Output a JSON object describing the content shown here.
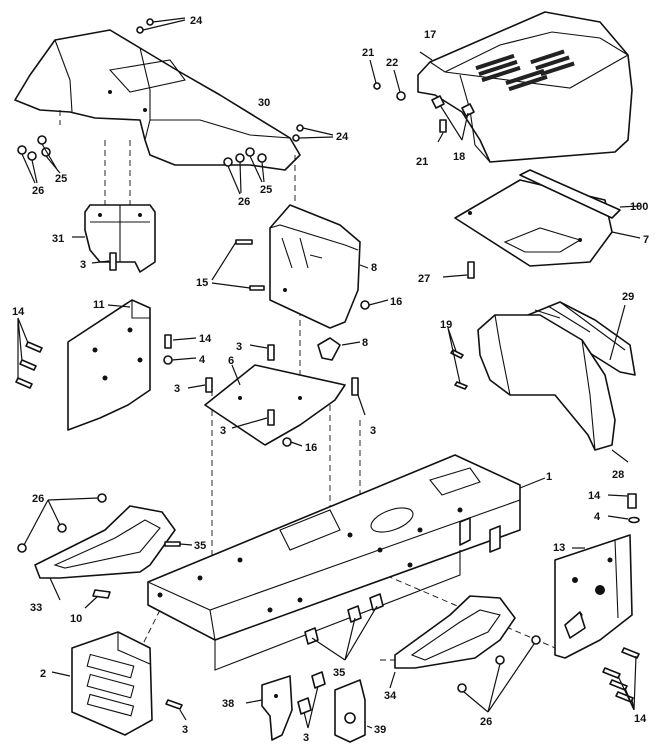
{
  "diagram": {
    "callouts": {
      "c1": "1",
      "c2": "2",
      "c3a": "3",
      "c3b": "3",
      "c3c": "3",
      "c3d": "3",
      "c3e": "3",
      "c3f": "3",
      "c3g": "3",
      "c4a": "4",
      "c4b": "4",
      "c6": "6",
      "c7": "7",
      "c8a": "8",
      "c8b": "8",
      "c10": "10",
      "c11": "11",
      "c13": "13",
      "c14a": "14",
      "c14b": "14",
      "c14c": "14",
      "c14d": "14",
      "c15": "15",
      "c16a": "16",
      "c16b": "16",
      "c17": "17",
      "c18": "18",
      "c19": "19",
      "c21a": "21",
      "c21b": "21",
      "c22": "22",
      "c24a": "24",
      "c24b": "24",
      "c25a": "25",
      "c25b": "25",
      "c26a": "26",
      "c26b": "26",
      "c26c": "26",
      "c26d": "26",
      "c27": "27",
      "c28": "28",
      "c29": "29",
      "c30": "30",
      "c31": "31",
      "c33": "33",
      "c34": "34",
      "c35a": "35",
      "c35b": "35",
      "c38": "38",
      "c39": "39",
      "c100": "100"
    }
  }
}
